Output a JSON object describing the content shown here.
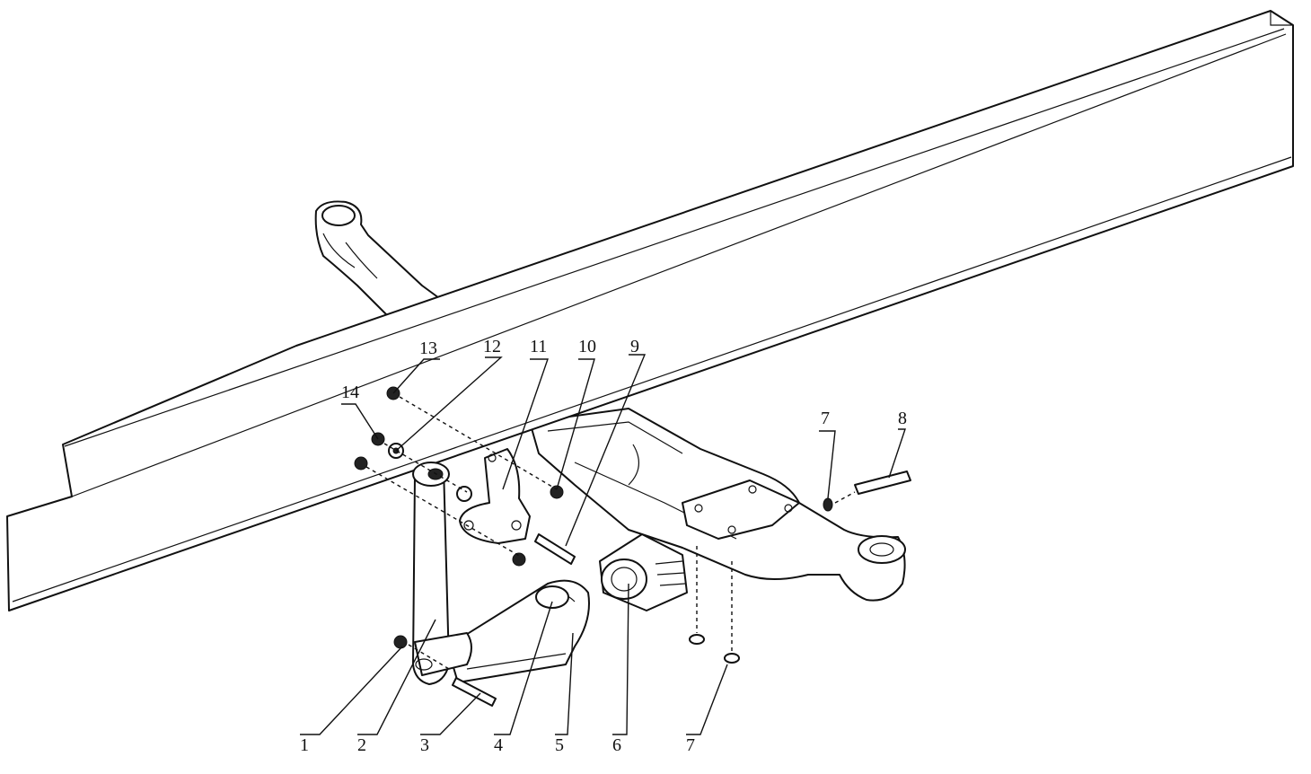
{
  "callouts": [
    {
      "id": "c1",
      "label": "1"
    },
    {
      "id": "c2",
      "label": "2"
    },
    {
      "id": "c3",
      "label": "3"
    },
    {
      "id": "c4",
      "label": "4"
    },
    {
      "id": "c5",
      "label": "5"
    },
    {
      "id": "c6",
      "label": "6"
    },
    {
      "id": "c7a",
      "label": "7"
    },
    {
      "id": "c7b",
      "label": "7"
    },
    {
      "id": "c8",
      "label": "8"
    },
    {
      "id": "c9",
      "label": "9"
    },
    {
      "id": "c10",
      "label": "10"
    },
    {
      "id": "c11",
      "label": "11"
    },
    {
      "id": "c12",
      "label": "12"
    },
    {
      "id": "c13",
      "label": "13"
    },
    {
      "id": "c14",
      "label": "14"
    }
  ]
}
